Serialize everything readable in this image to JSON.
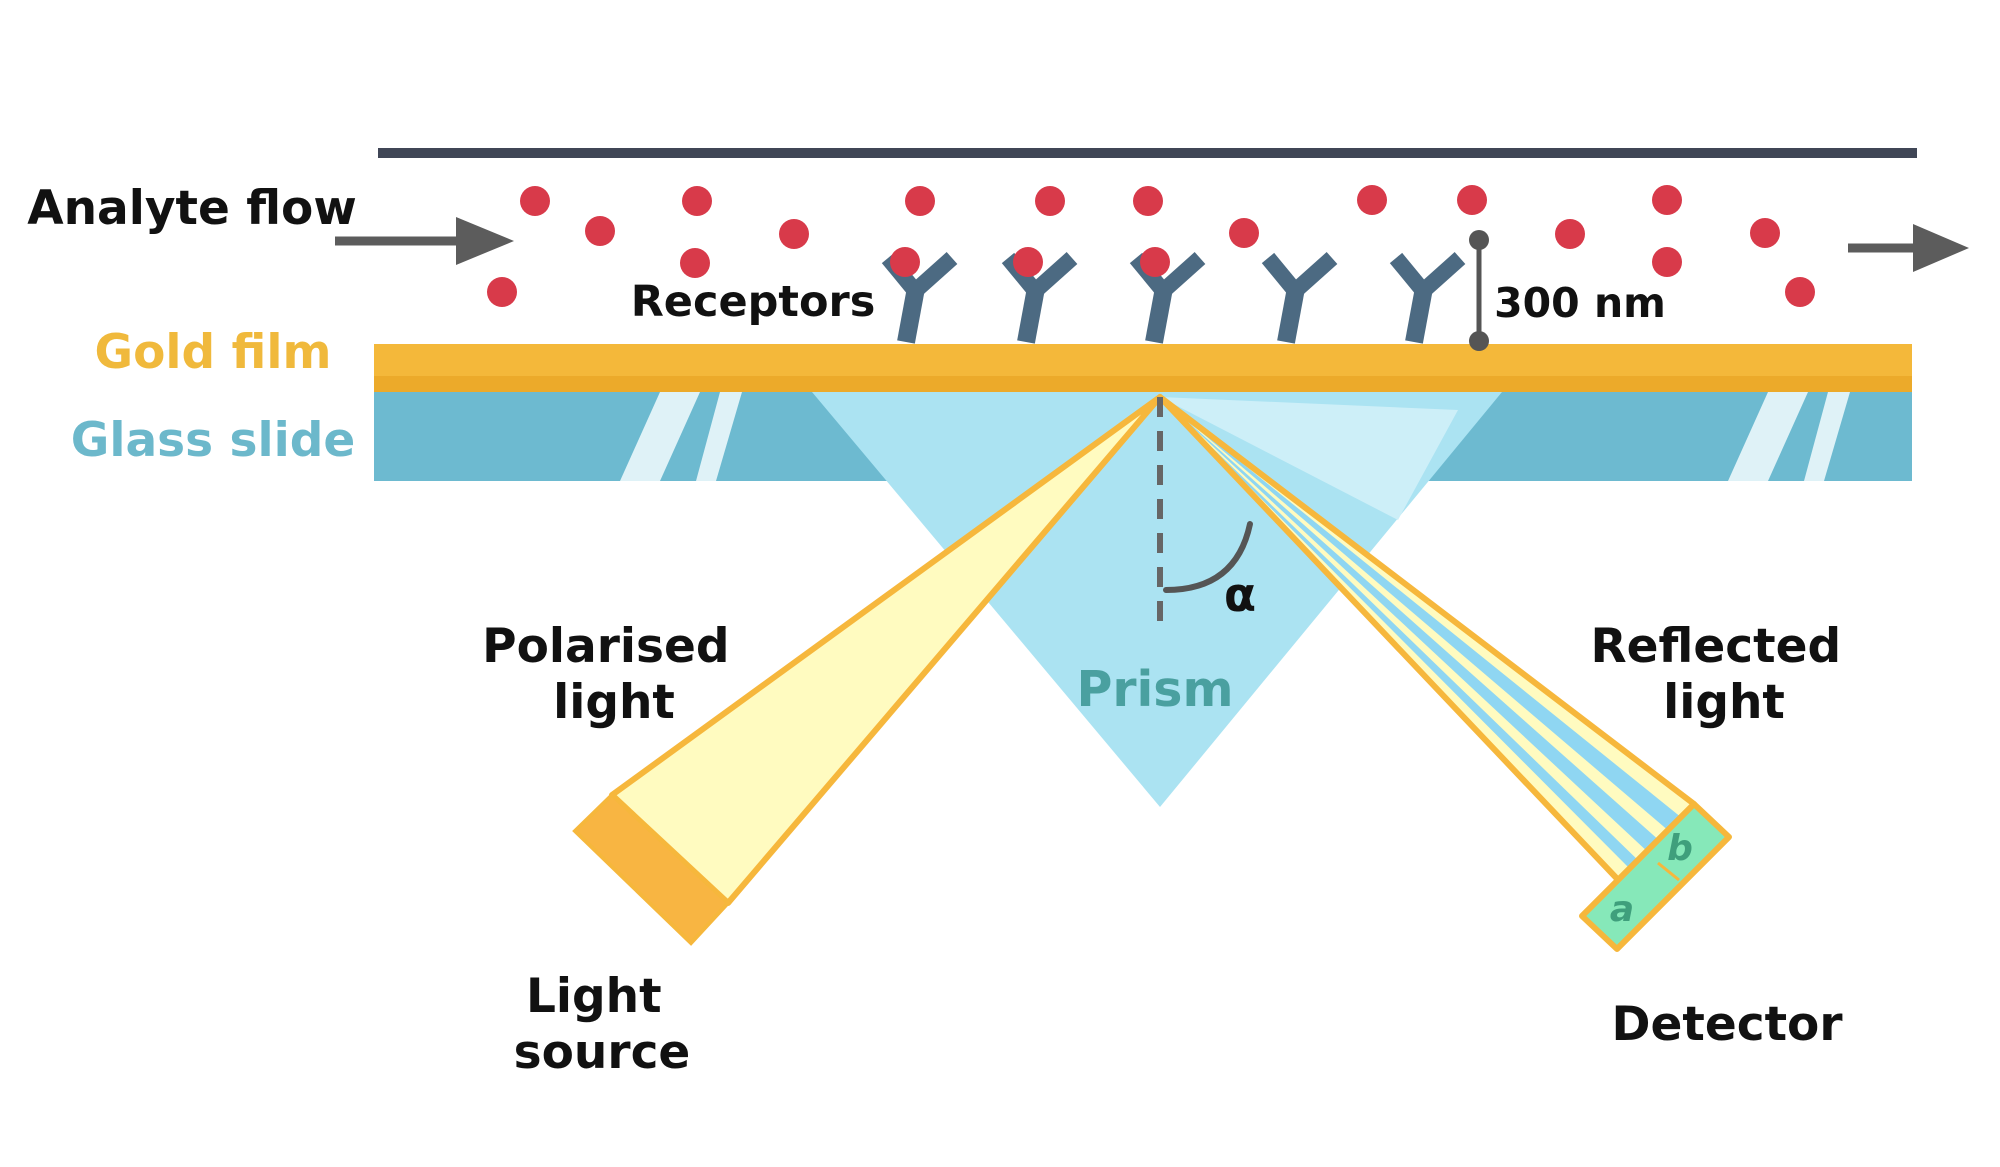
{
  "labels": {
    "analyte_flow": "Analyte flow",
    "receptors": "Receptors",
    "gold_film": "Gold film",
    "glass_slide": "Glass slide",
    "distance": "300 nm",
    "angle": "α",
    "prism": "Prism",
    "polarised_light": [
      "Polarised",
      "light"
    ],
    "reflected_light": [
      "Reflected",
      "light"
    ],
    "light_source": [
      "Light",
      "source"
    ],
    "detector": "Detector",
    "detector_a": "a",
    "detector_b": "b"
  },
  "colors": {
    "flow_wall": "#404656",
    "analyte": "#d83a4a",
    "arrow": "#5c5c5c",
    "receptor": "#4c6a82",
    "gold": "#f4b83a",
    "gold_text": "#f0b93c",
    "glass": "#6dbad0",
    "glass_text": "#6cb8cb",
    "prism": "#abe3f2",
    "prism_text": "#4aa0a0",
    "beam": "#fffbc0",
    "beam_edge": "#f6b73c",
    "beam_blue": "#8fd6f2",
    "source": "#f8b542",
    "detector": "#86e8b9",
    "detector_text": "#3f9f7c",
    "text": "#111111"
  }
}
